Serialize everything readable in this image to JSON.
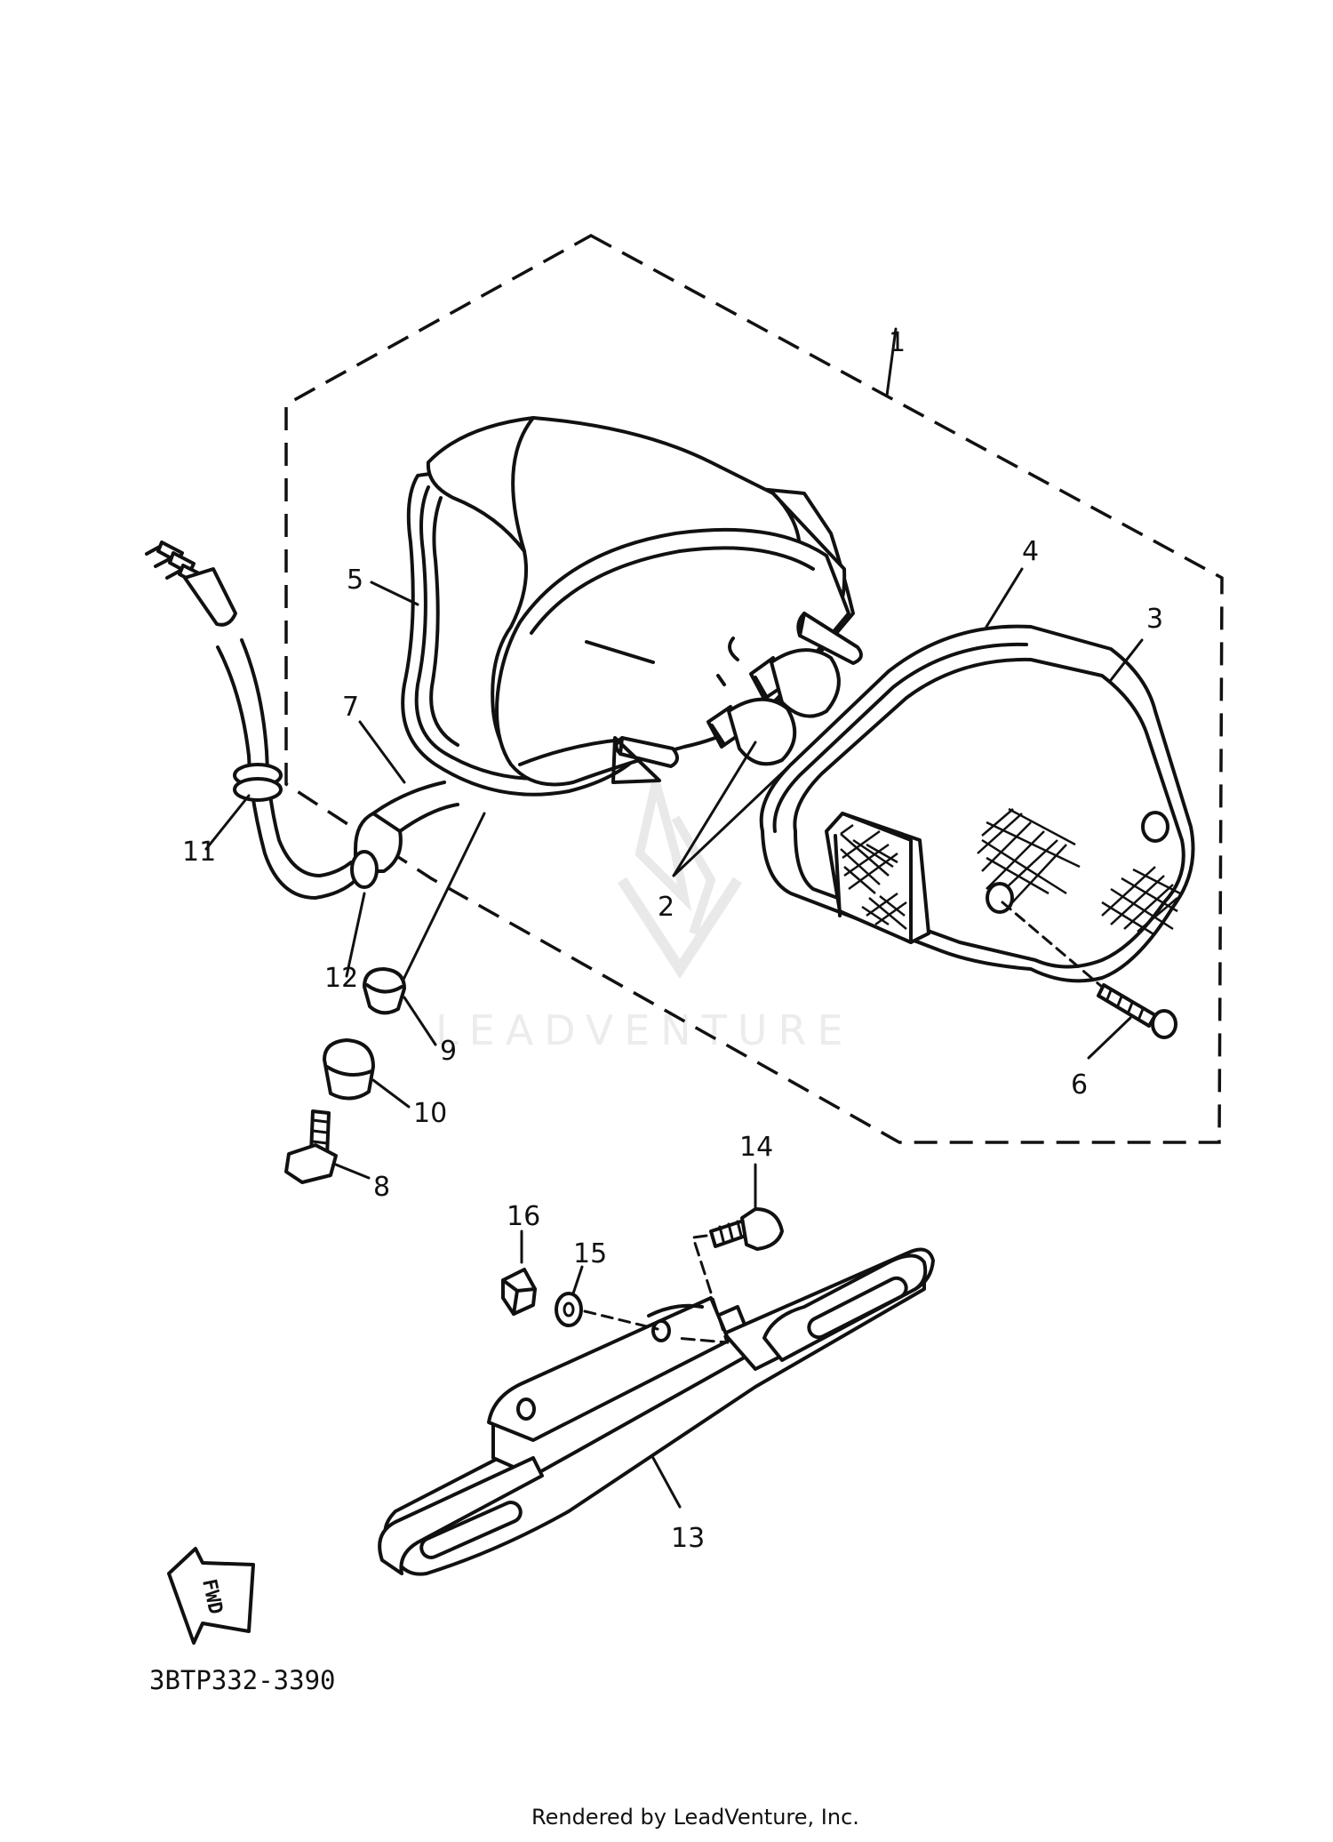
{
  "diagram": {
    "part_labels": {
      "p1": "1",
      "p2": "2",
      "p3": "3",
      "p4": "4",
      "p5": "5",
      "p6": "6",
      "p7": "7",
      "p8": "8",
      "p9": "9",
      "p10": "10",
      "p11": "11",
      "p12": "12",
      "p13": "13",
      "p14": "14",
      "p15": "15",
      "p16": "16"
    },
    "diagram_code": "3BTP332-3390",
    "fwd_label": "FWD",
    "watermark": "LEADVENTURE",
    "footer": "Rendered by LeadVenture, Inc."
  }
}
